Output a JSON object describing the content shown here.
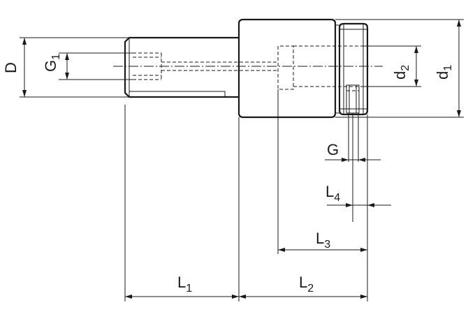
{
  "labels": {
    "D": {
      "main": "D",
      "sub": ""
    },
    "G1": {
      "main": "G",
      "sub": "1"
    },
    "d2": {
      "main": "d",
      "sub": "2"
    },
    "d1": {
      "main": "d",
      "sub": "1"
    },
    "G": {
      "main": "G",
      "sub": ""
    },
    "L4": {
      "main": "L",
      "sub": "4"
    },
    "L3": {
      "main": "L",
      "sub": "3"
    },
    "L1": {
      "main": "L",
      "sub": "1"
    },
    "L2": {
      "main": "L",
      "sub": "2"
    }
  }
}
